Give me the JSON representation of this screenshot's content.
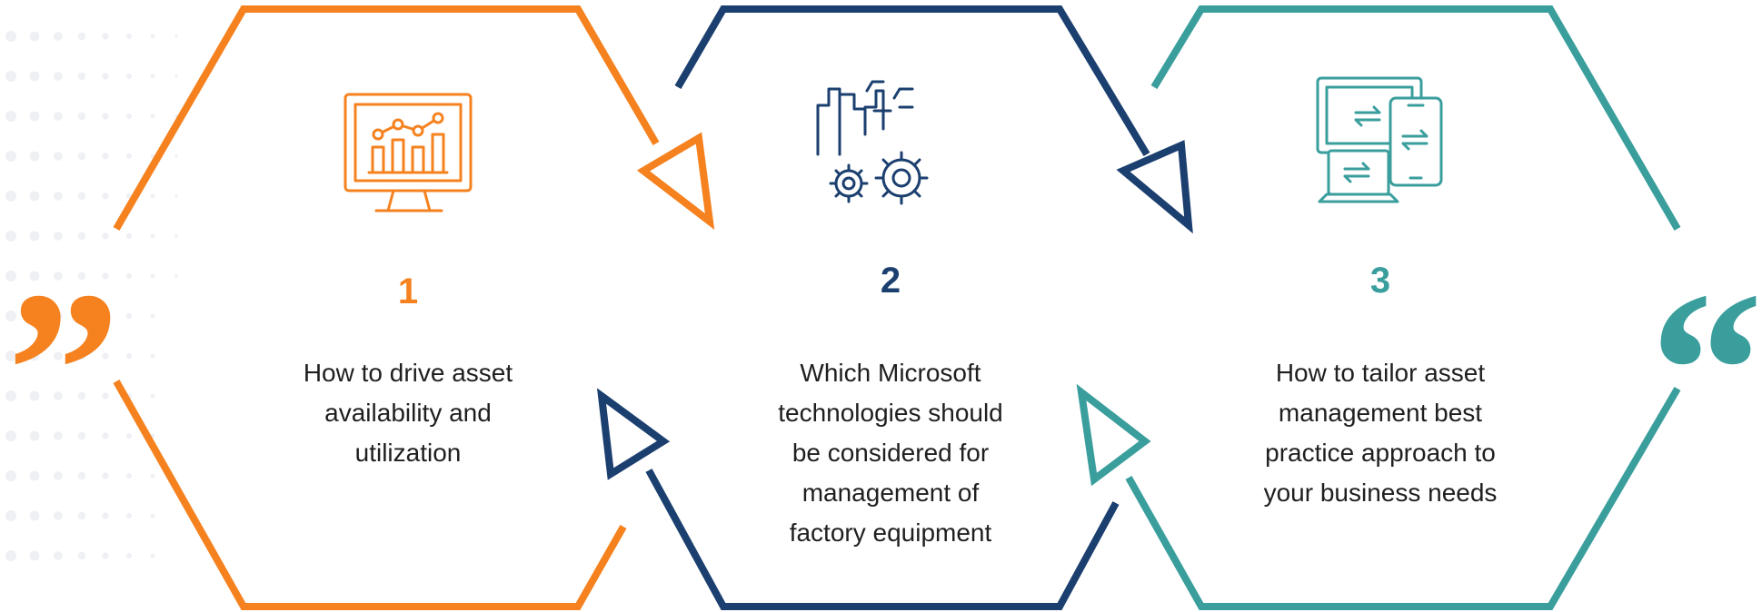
{
  "colors": {
    "orange": "#f5821f",
    "navy": "#1b3f6f",
    "teal": "#3a9e9d"
  },
  "decorations": {
    "open_quote": "“",
    "close_quote": "”"
  },
  "steps": [
    {
      "number": "1",
      "icon": "analytics-monitor-icon",
      "lines": [
        "How to drive asset",
        "availability and",
        "utilization"
      ]
    },
    {
      "number": "2",
      "icon": "factory-gears-icon",
      "lines": [
        "Which Microsoft",
        "technologies should",
        "be considered for",
        "management of",
        "factory equipment"
      ]
    },
    {
      "number": "3",
      "icon": "devices-sync-icon",
      "lines": [
        "How to tailor asset",
        "management best",
        "practice approach to",
        "your business needs"
      ]
    }
  ]
}
